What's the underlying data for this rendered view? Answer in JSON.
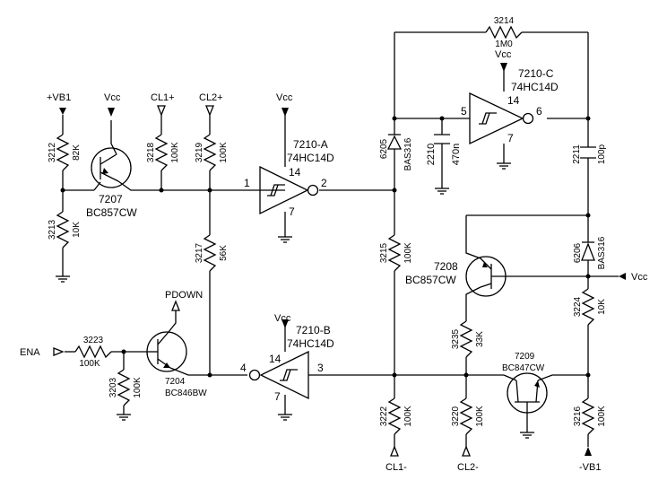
{
  "nets": {
    "vb1_pos": "+VB1",
    "vcc": "Vcc",
    "cl1_pos": "CL1+",
    "cl2_pos": "CL2+",
    "pdown": "PDOWN",
    "ena": "ENA",
    "cl1_neg": "CL1-",
    "cl2_neg": "CL2-",
    "vb1_neg": "-VB1"
  },
  "resistors": {
    "r3212": {
      "ref": "3212",
      "value": "82K"
    },
    "r3213": {
      "ref": "3213",
      "value": "10K"
    },
    "r3218": {
      "ref": "3218",
      "value": "100K"
    },
    "r3219": {
      "ref": "3219",
      "value": "100K"
    },
    "r3217": {
      "ref": "3217",
      "value": "56K"
    },
    "r3223": {
      "ref": "3223",
      "value": "100K"
    },
    "r3203": {
      "ref": "3203",
      "value": "100K"
    },
    "r3214": {
      "ref": "3214",
      "value": "1M0"
    },
    "r3215": {
      "ref": "3215",
      "value": "100K"
    },
    "r3222": {
      "ref": "3222",
      "value": "100K"
    },
    "r3235": {
      "ref": "3235",
      "value": "33K"
    },
    "r3220": {
      "ref": "3220",
      "value": "100K"
    },
    "r3224": {
      "ref": "3224",
      "value": "10K"
    },
    "r3216": {
      "ref": "3216",
      "value": "100K"
    }
  },
  "capacitors": {
    "c2210": {
      "ref": "2210",
      "value": "470n"
    },
    "c2211": {
      "ref": "2211",
      "value": "100p"
    }
  },
  "diodes": {
    "d6205": {
      "ref": "6205",
      "value": "BAS316"
    },
    "d6206": {
      "ref": "6206",
      "value": "BAS316"
    }
  },
  "transistors": {
    "t7207": {
      "ref": "7207",
      "type": "BC857CW"
    },
    "t7204": {
      "ref": "7204",
      "type": "BC846BW"
    },
    "t7208": {
      "ref": "7208",
      "type": "BC857CW"
    },
    "t7209": {
      "ref": "7209",
      "type": "BC847CW"
    }
  },
  "gates": {
    "a": {
      "ref": "7210-A",
      "type": "74HC14D",
      "pin_in": "1",
      "pin_out": "2",
      "pin_vcc": "14",
      "pin_gnd": "7"
    },
    "b": {
      "ref": "7210-B",
      "type": "74HC14D",
      "pin_in": "4",
      "pin_out": "3",
      "pin_vcc": "14",
      "pin_gnd": "7"
    },
    "c": {
      "ref": "7210-C",
      "type": "74HC14D",
      "pin_in": "5",
      "pin_out": "6",
      "pin_vcc": "14",
      "pin_gnd": "7"
    }
  }
}
